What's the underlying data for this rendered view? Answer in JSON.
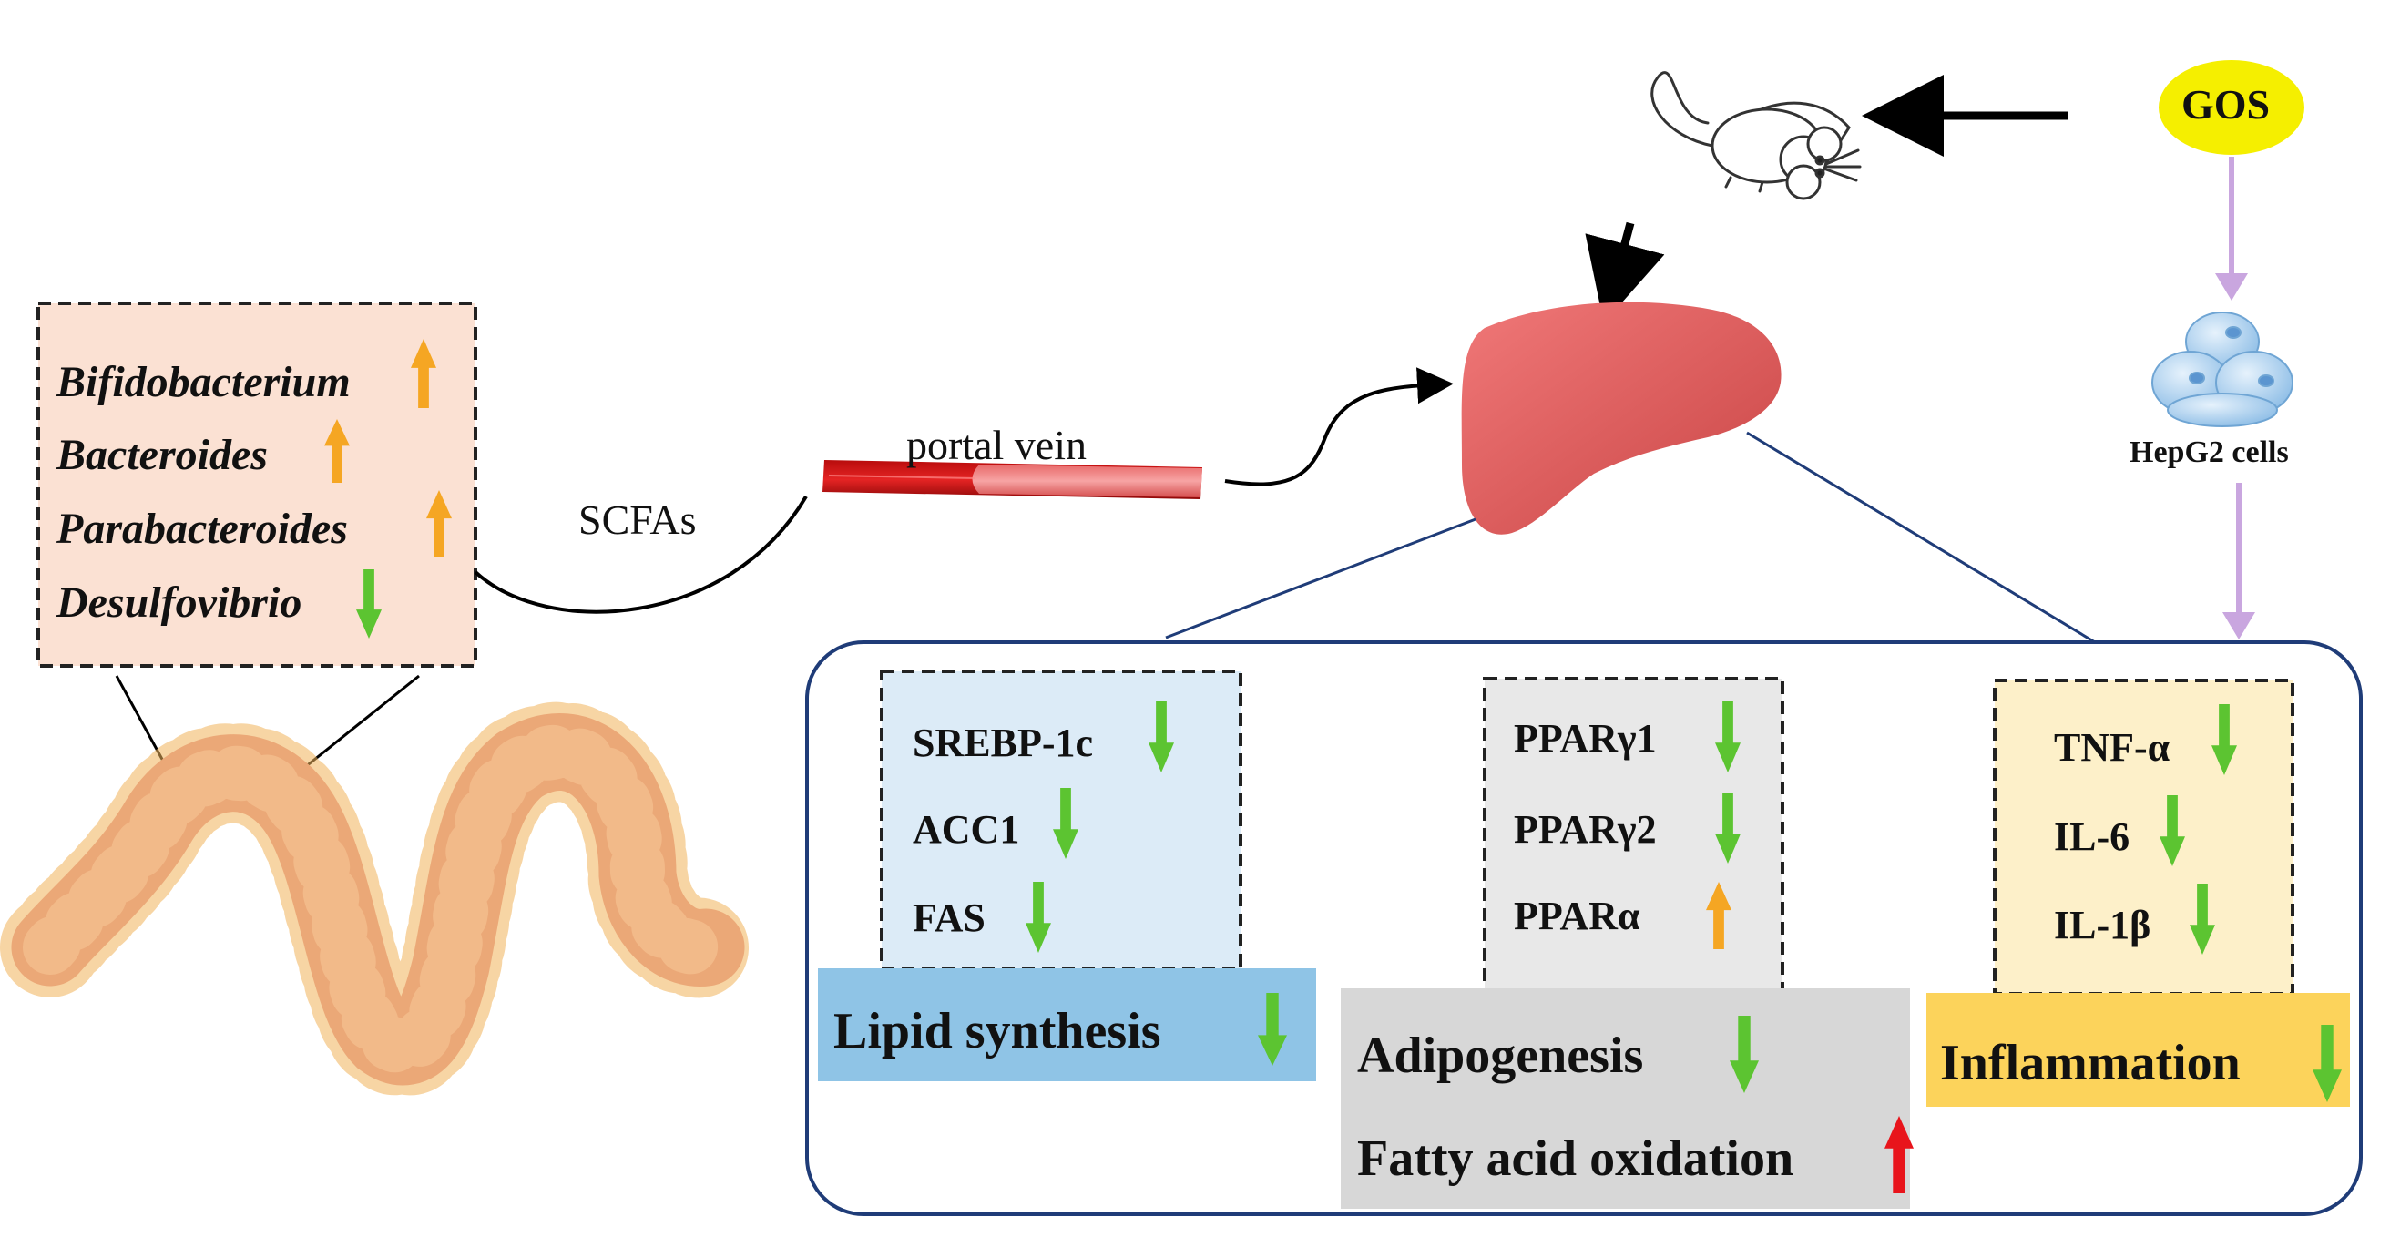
{
  "gos": {
    "label": "GOS",
    "fill": "#f5ef00"
  },
  "hepg2": {
    "label": "HepG2 cells"
  },
  "portal_vein": {
    "label": "portal vein"
  },
  "scfas": {
    "label": "SCFAs"
  },
  "microbiota": {
    "items": [
      {
        "label": "Bifidobacterium",
        "trend": "up"
      },
      {
        "label": "Bacteroides",
        "trend": "up"
      },
      {
        "label": "Parabacteroides",
        "trend": "up"
      },
      {
        "label": "Desulfovibrio",
        "trend": "down"
      }
    ]
  },
  "lipid": {
    "genes": [
      {
        "label": "SREBP-1c",
        "trend": "down"
      },
      {
        "label": "ACC1",
        "trend": "down"
      },
      {
        "label": "FAS",
        "trend": "down"
      }
    ],
    "outcome": "Lipid synthesis",
    "outcome_trend": "down"
  },
  "adipo": {
    "genes": [
      {
        "label": "PPARγ1",
        "trend": "down"
      },
      {
        "label": "PPARγ2",
        "trend": "down"
      },
      {
        "label": "PPARα",
        "trend": "up"
      }
    ],
    "outcome1": "Adipogenesis",
    "outcome1_trend": "down",
    "outcome2": "Fatty acid oxidation",
    "outcome2_trend": "up"
  },
  "inflam": {
    "genes": [
      {
        "label": "TNF-α",
        "trend": "down"
      },
      {
        "label": "IL-6",
        "trend": "down"
      },
      {
        "label": "IL-1β",
        "trend": "down"
      }
    ],
    "outcome": "Inflammation",
    "outcome_trend": "down"
  },
  "colors": {
    "up_arrow": "#f5a623",
    "down_arrow": "#5cc431",
    "fao_up_arrow": "#e8141b",
    "microbiota_bg": "#fbe1d3",
    "lipid_box_bg": "#dcebf7",
    "lipid_bar": "#8fc4e6",
    "adipo_box_bg": "#e8e8e8",
    "adipo_bar": "#d7d7d7",
    "inflam_box_bg": "#fdf0c9",
    "inflam_bar": "#fcd35b",
    "liver": "#e35b5b",
    "frame": "#1f3c78",
    "lavender": "#c9a6df"
  }
}
